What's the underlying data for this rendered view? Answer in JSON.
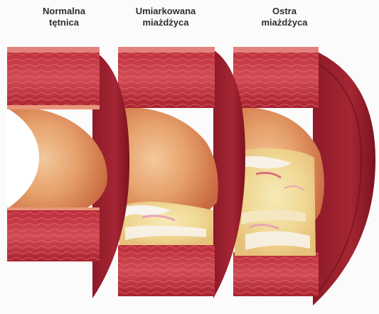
{
  "figure": {
    "labels": [
      {
        "line1": "Normalna",
        "line2": "tętnica"
      },
      {
        "line1": "Umiarkowana",
        "line2": "miażdżyca"
      },
      {
        "line1": "Ostra",
        "line2": "miażdżyca"
      }
    ],
    "colors": {
      "vessel_outer": "#9e1f2c",
      "vessel_wall": "#c8404a",
      "vessel_wall_light": "#e07a74",
      "lumen": "#e39b63",
      "lumen_light": "#f2c79a",
      "plaque": "#f3e3a4",
      "plaque_white": "#f8f4ee",
      "plaque_pink": "#e7a6b6"
    }
  }
}
